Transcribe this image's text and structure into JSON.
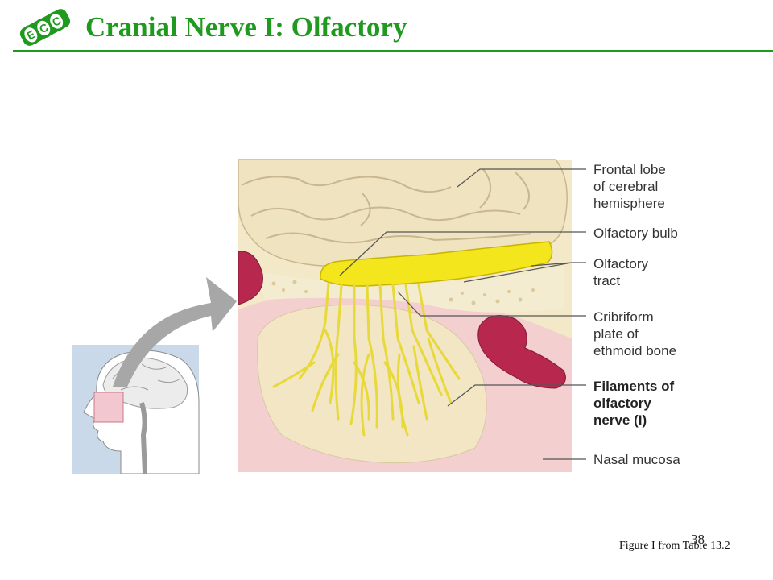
{
  "slide": {
    "title": "Cranial Nerve I: Olfactory",
    "page_number": "38",
    "caption": "Figure I from Table 13.2"
  },
  "logo": {
    "text": "ECC",
    "color": "#1f9a1f"
  },
  "diagram": {
    "labels": {
      "frontal_lobe": [
        "Frontal lobe",
        "of cerebral",
        "hemisphere"
      ],
      "olfactory_bulb": [
        "Olfactory bulb"
      ],
      "olfactory_tract": [
        "Olfactory",
        "tract"
      ],
      "cribriform_plate": [
        "Cribriform",
        "plate of",
        "ethmoid bone"
      ],
      "filaments": [
        "Filaments of",
        "olfactory",
        "nerve (I)"
      ],
      "nasal_mucosa": [
        "Nasal mucosa"
      ]
    },
    "colors": {
      "accent": "#1f9a1f",
      "brain": "#f1e7c6",
      "bulb": "#f3e61c",
      "nerve": "#e8d93a",
      "mucosa": "#f4cfcf",
      "sinus": "#b8284e",
      "inset_bg": "#c9d9ea"
    }
  }
}
